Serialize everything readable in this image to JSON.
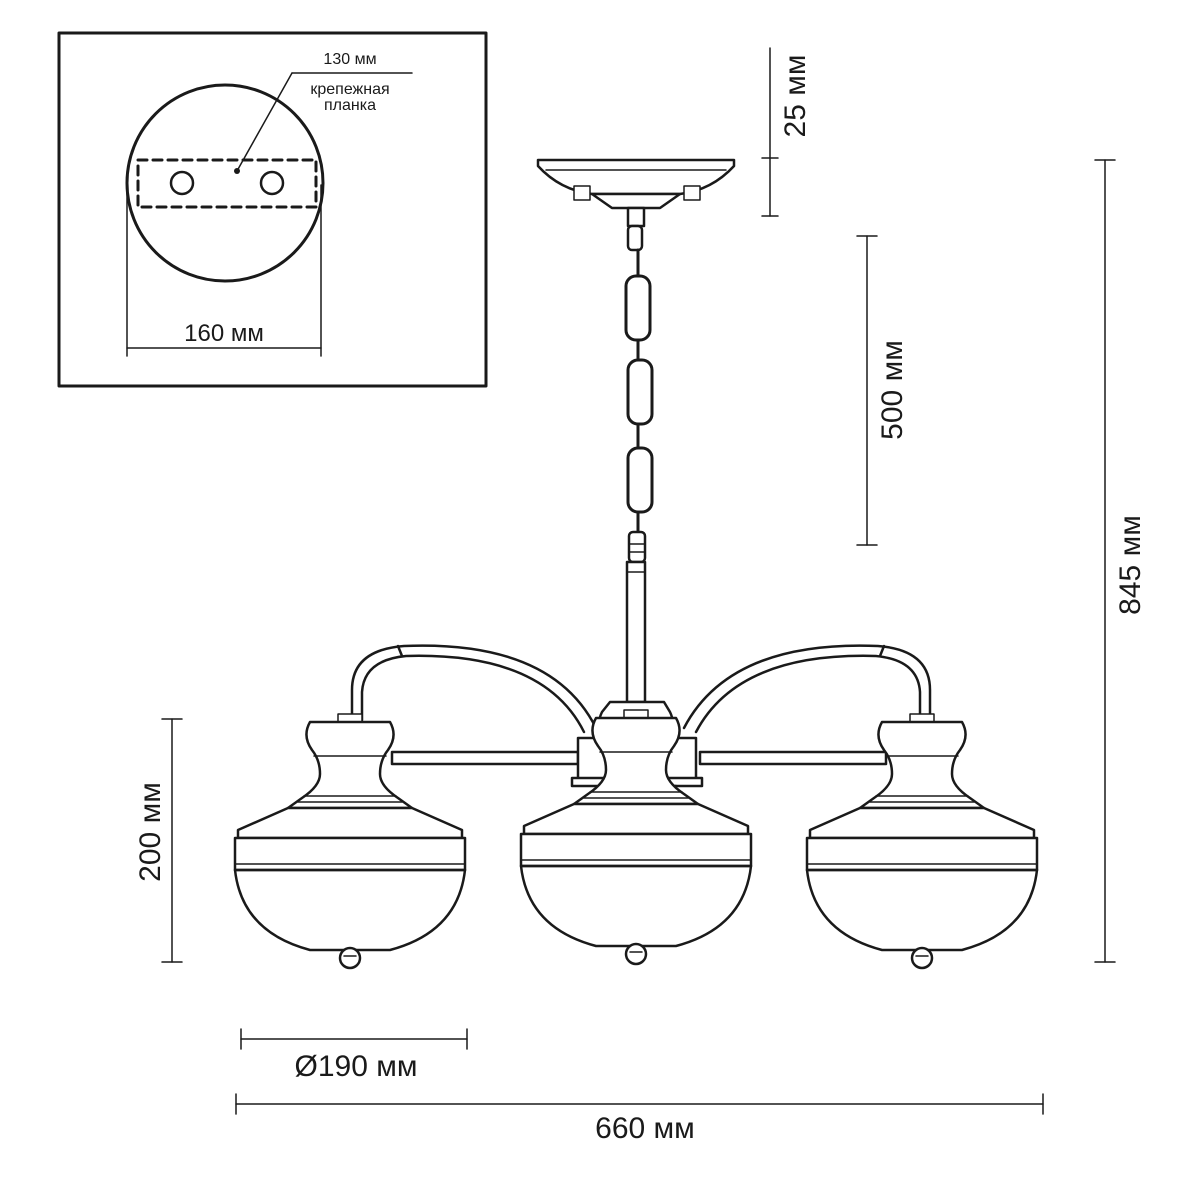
{
  "inset": {
    "plate_width_label": "130 мм",
    "plate_name_line1": "крепежная",
    "plate_name_line2": "планка",
    "canopy_diameter_label": "160 мм"
  },
  "dimensions": {
    "canopy_height": "25 мм",
    "chain_length": "500 мм",
    "total_height": "845 мм",
    "shade_height": "200 мм",
    "shade_diameter": "Ø190 мм",
    "total_width": "660 мм"
  },
  "colors": {
    "line": "#1a1a1a",
    "background": "#ffffff"
  }
}
